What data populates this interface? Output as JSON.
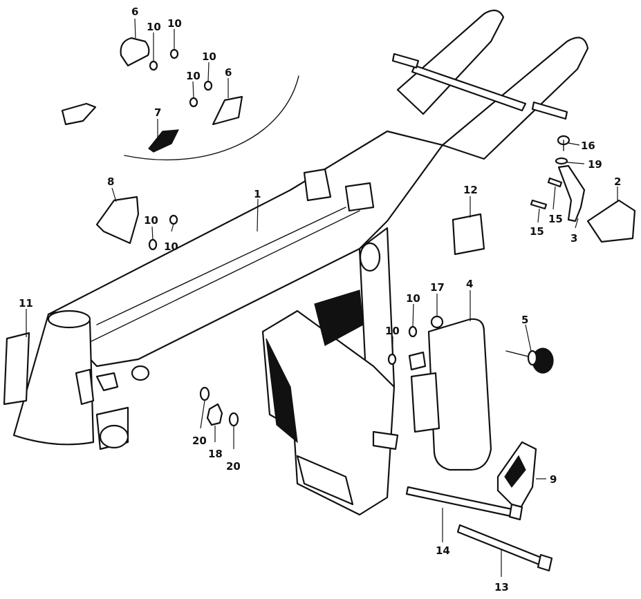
{
  "callouts": {
    "c1": "1",
    "c2": "2",
    "c3": "3",
    "c4": "4",
    "c5": "5",
    "c6a": "6",
    "c6b": "6",
    "c7": "7",
    "c8": "8",
    "c9": "9",
    "c10a": "10",
    "c10b": "10",
    "c10c": "10",
    "c10d": "10",
    "c10e": "10",
    "c10f": "10",
    "c10g": "10",
    "c10h": "10",
    "c11": "11",
    "c12": "12",
    "c13": "13",
    "c14": "14",
    "c15a": "15",
    "c15b": "15",
    "c16": "16",
    "c17": "17",
    "c18": "18",
    "c19": "19",
    "c20a": "20",
    "c20b": "20"
  }
}
